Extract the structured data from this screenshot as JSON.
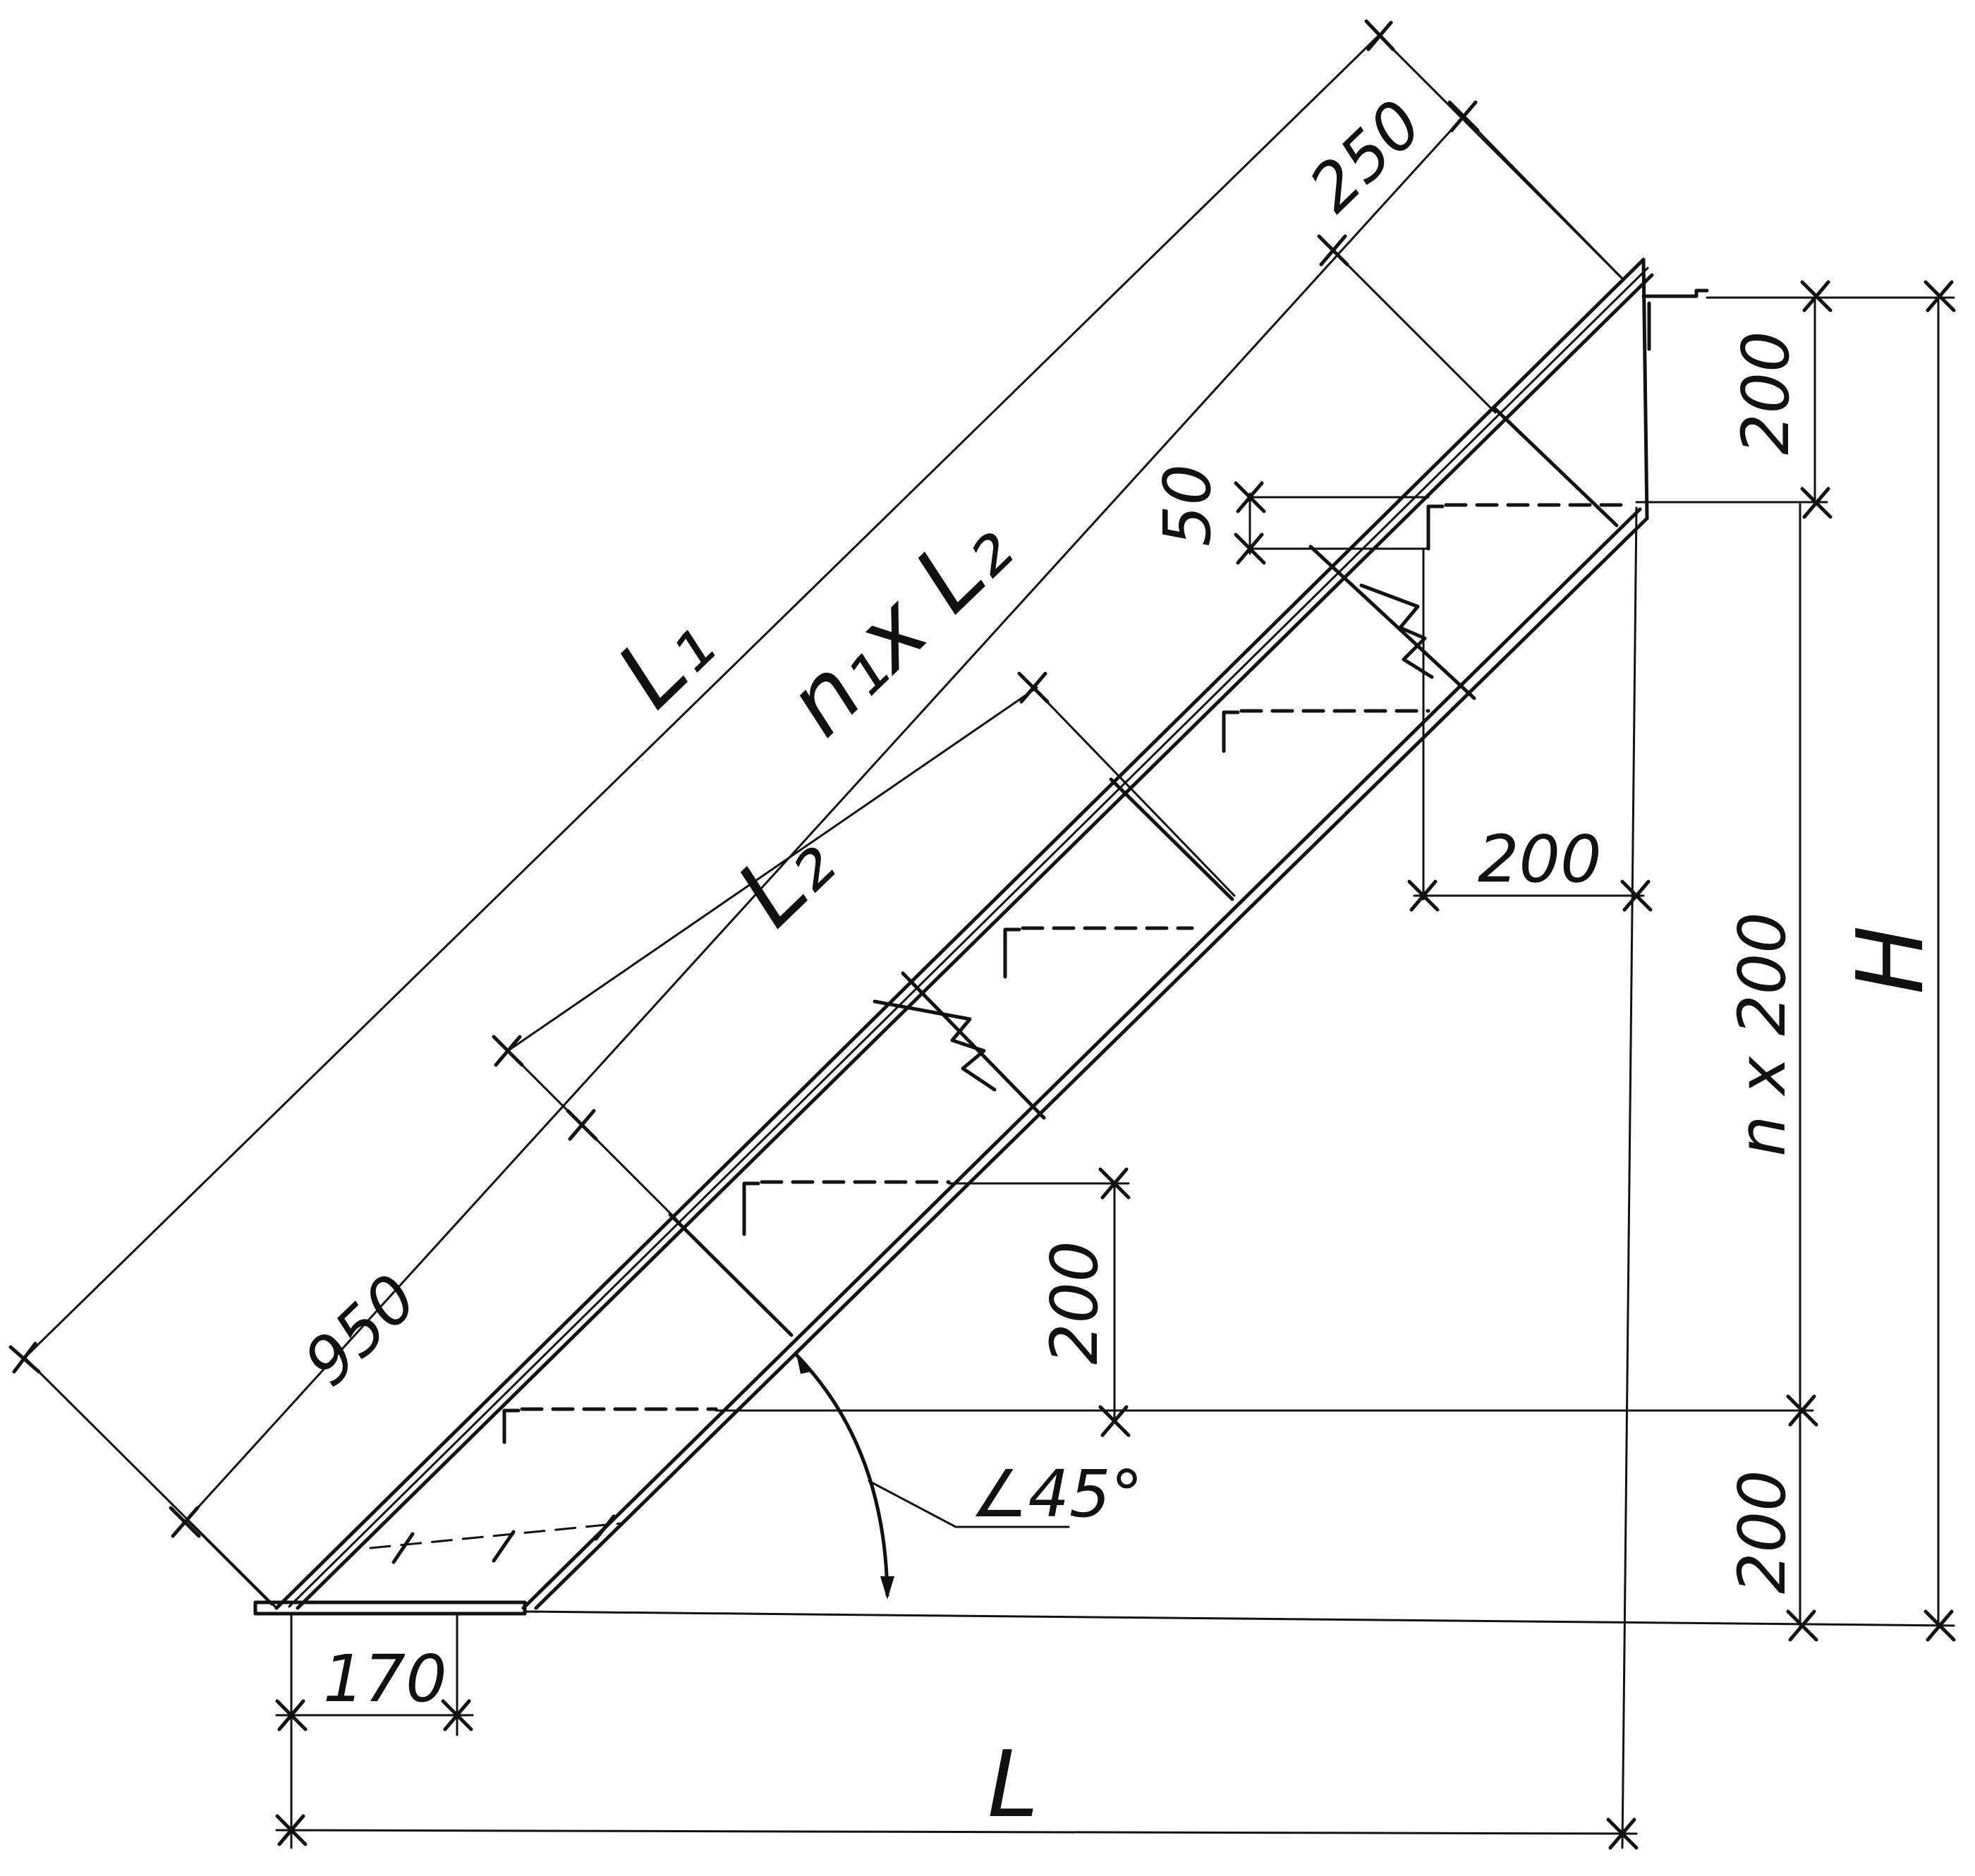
{
  "drawing": {
    "labels": {
      "L1": "L₁",
      "n1xL2": "n₁x L₂",
      "L2": "L₂",
      "d250": "250",
      "d950": "950",
      "d200_top": "200",
      "d50": "50",
      "d200_horiz": "200",
      "d200_mid": "200",
      "n200": "n x 200",
      "H": "H",
      "d200_bottom": "200",
      "angle": "∠45°",
      "d170": "170",
      "L": "L"
    }
  }
}
